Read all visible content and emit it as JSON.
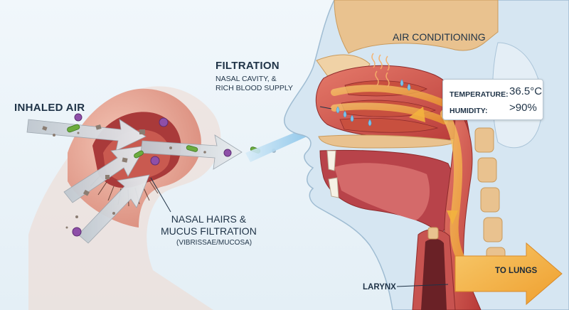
{
  "labels": {
    "inhaled_air": "INHALED AIR",
    "filtration_title": "FILTRATION",
    "filtration_sub_1": "NASAL CAVITY, &",
    "filtration_sub_2": "RICH BLOOD SUPPLY",
    "nasal_hairs_1": "NASAL HAIRS &",
    "nasal_hairs_2": "MUCUS FILTRATION",
    "nasal_hairs_sub": "(VIBRISSAE/MUCOSA)",
    "air_conditioning": "AIR CONDITIONING",
    "larynx": "LARYNX",
    "to_lungs": "TO LUNGS"
  },
  "conditions": {
    "temperature_label": "TEMPERATURE:",
    "temperature_value": "36.5°C",
    "humidity_label": "HUMIDITY:",
    "humidity_value": ">90%"
  },
  "colors": {
    "warm_airflow": "#f3b23e",
    "cool_airflow": "#8cc8ea",
    "tissue": "#d9564e",
    "skin": "#cfe0ee",
    "bone": "#e9c28f"
  }
}
